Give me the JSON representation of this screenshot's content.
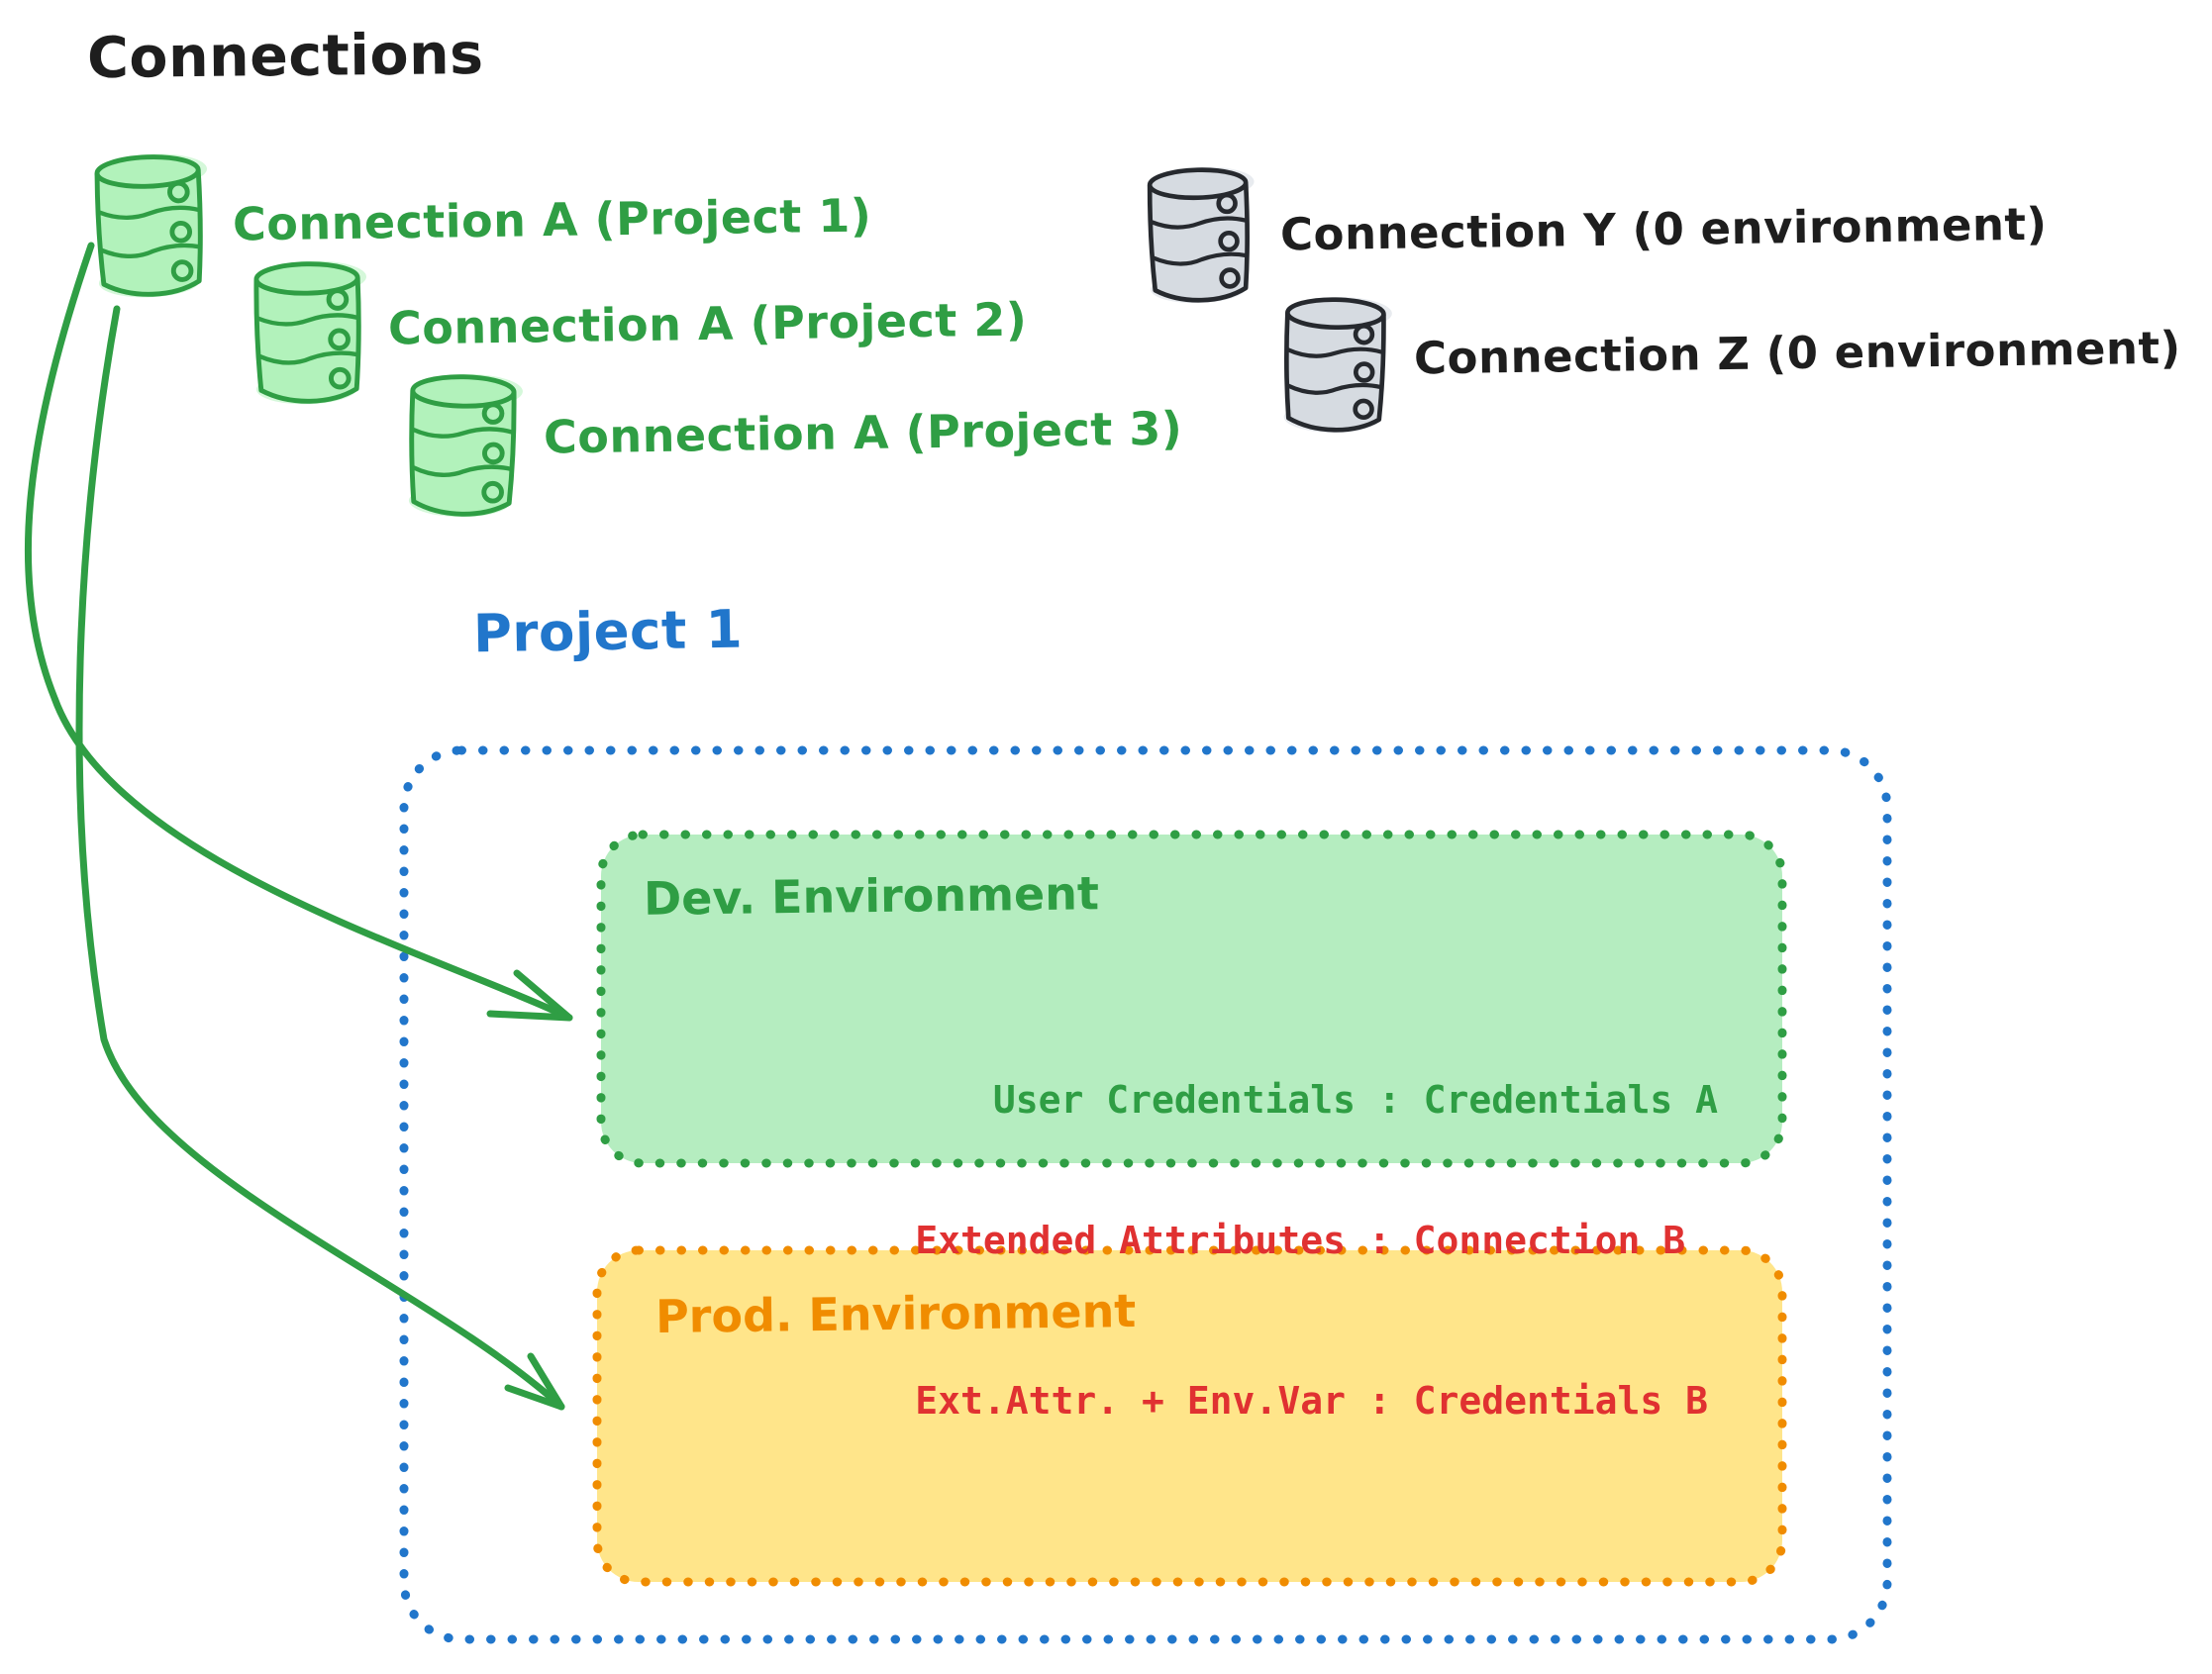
{
  "title": "Connections",
  "palette": {
    "black": "#1e1e1e",
    "green": "#2f9e44",
    "green_fill": "#b2f2bb",
    "green_fill_box": "#b5edc0",
    "gray_stroke": "#26292e",
    "gray_fill": "#d6dbe1",
    "blue": "#2176cb",
    "orange": "#f08c00",
    "yellow_fill": "#ffe58a",
    "red": "#e03131"
  },
  "icons": {
    "database": "database-cylinder-icon"
  },
  "connections": {
    "project_a": [
      {
        "label": "Connection A (Project 1)"
      },
      {
        "label": "Connection A (Project 2)"
      },
      {
        "label": "Connection A (Project 3)"
      }
    ],
    "unassigned": [
      {
        "label": "Connection Y (0 environment)"
      },
      {
        "label": "Connection Z (0 environment)"
      }
    ]
  },
  "project": {
    "title": "Project 1",
    "environments": [
      {
        "name": "Dev. Environment",
        "mappings": [
          "User Credentials : Credentials A"
        ]
      },
      {
        "name": "Prod. Environment",
        "mappings": [
          "Extended Attributes : Connection B",
          "Ext.Attr. + Env.Var : Credentials B"
        ]
      }
    ]
  },
  "arrows": [
    {
      "from": "Connection A",
      "to": "Dev. Environment"
    },
    {
      "from": "Connection A",
      "to": "Prod. Environment"
    }
  ]
}
